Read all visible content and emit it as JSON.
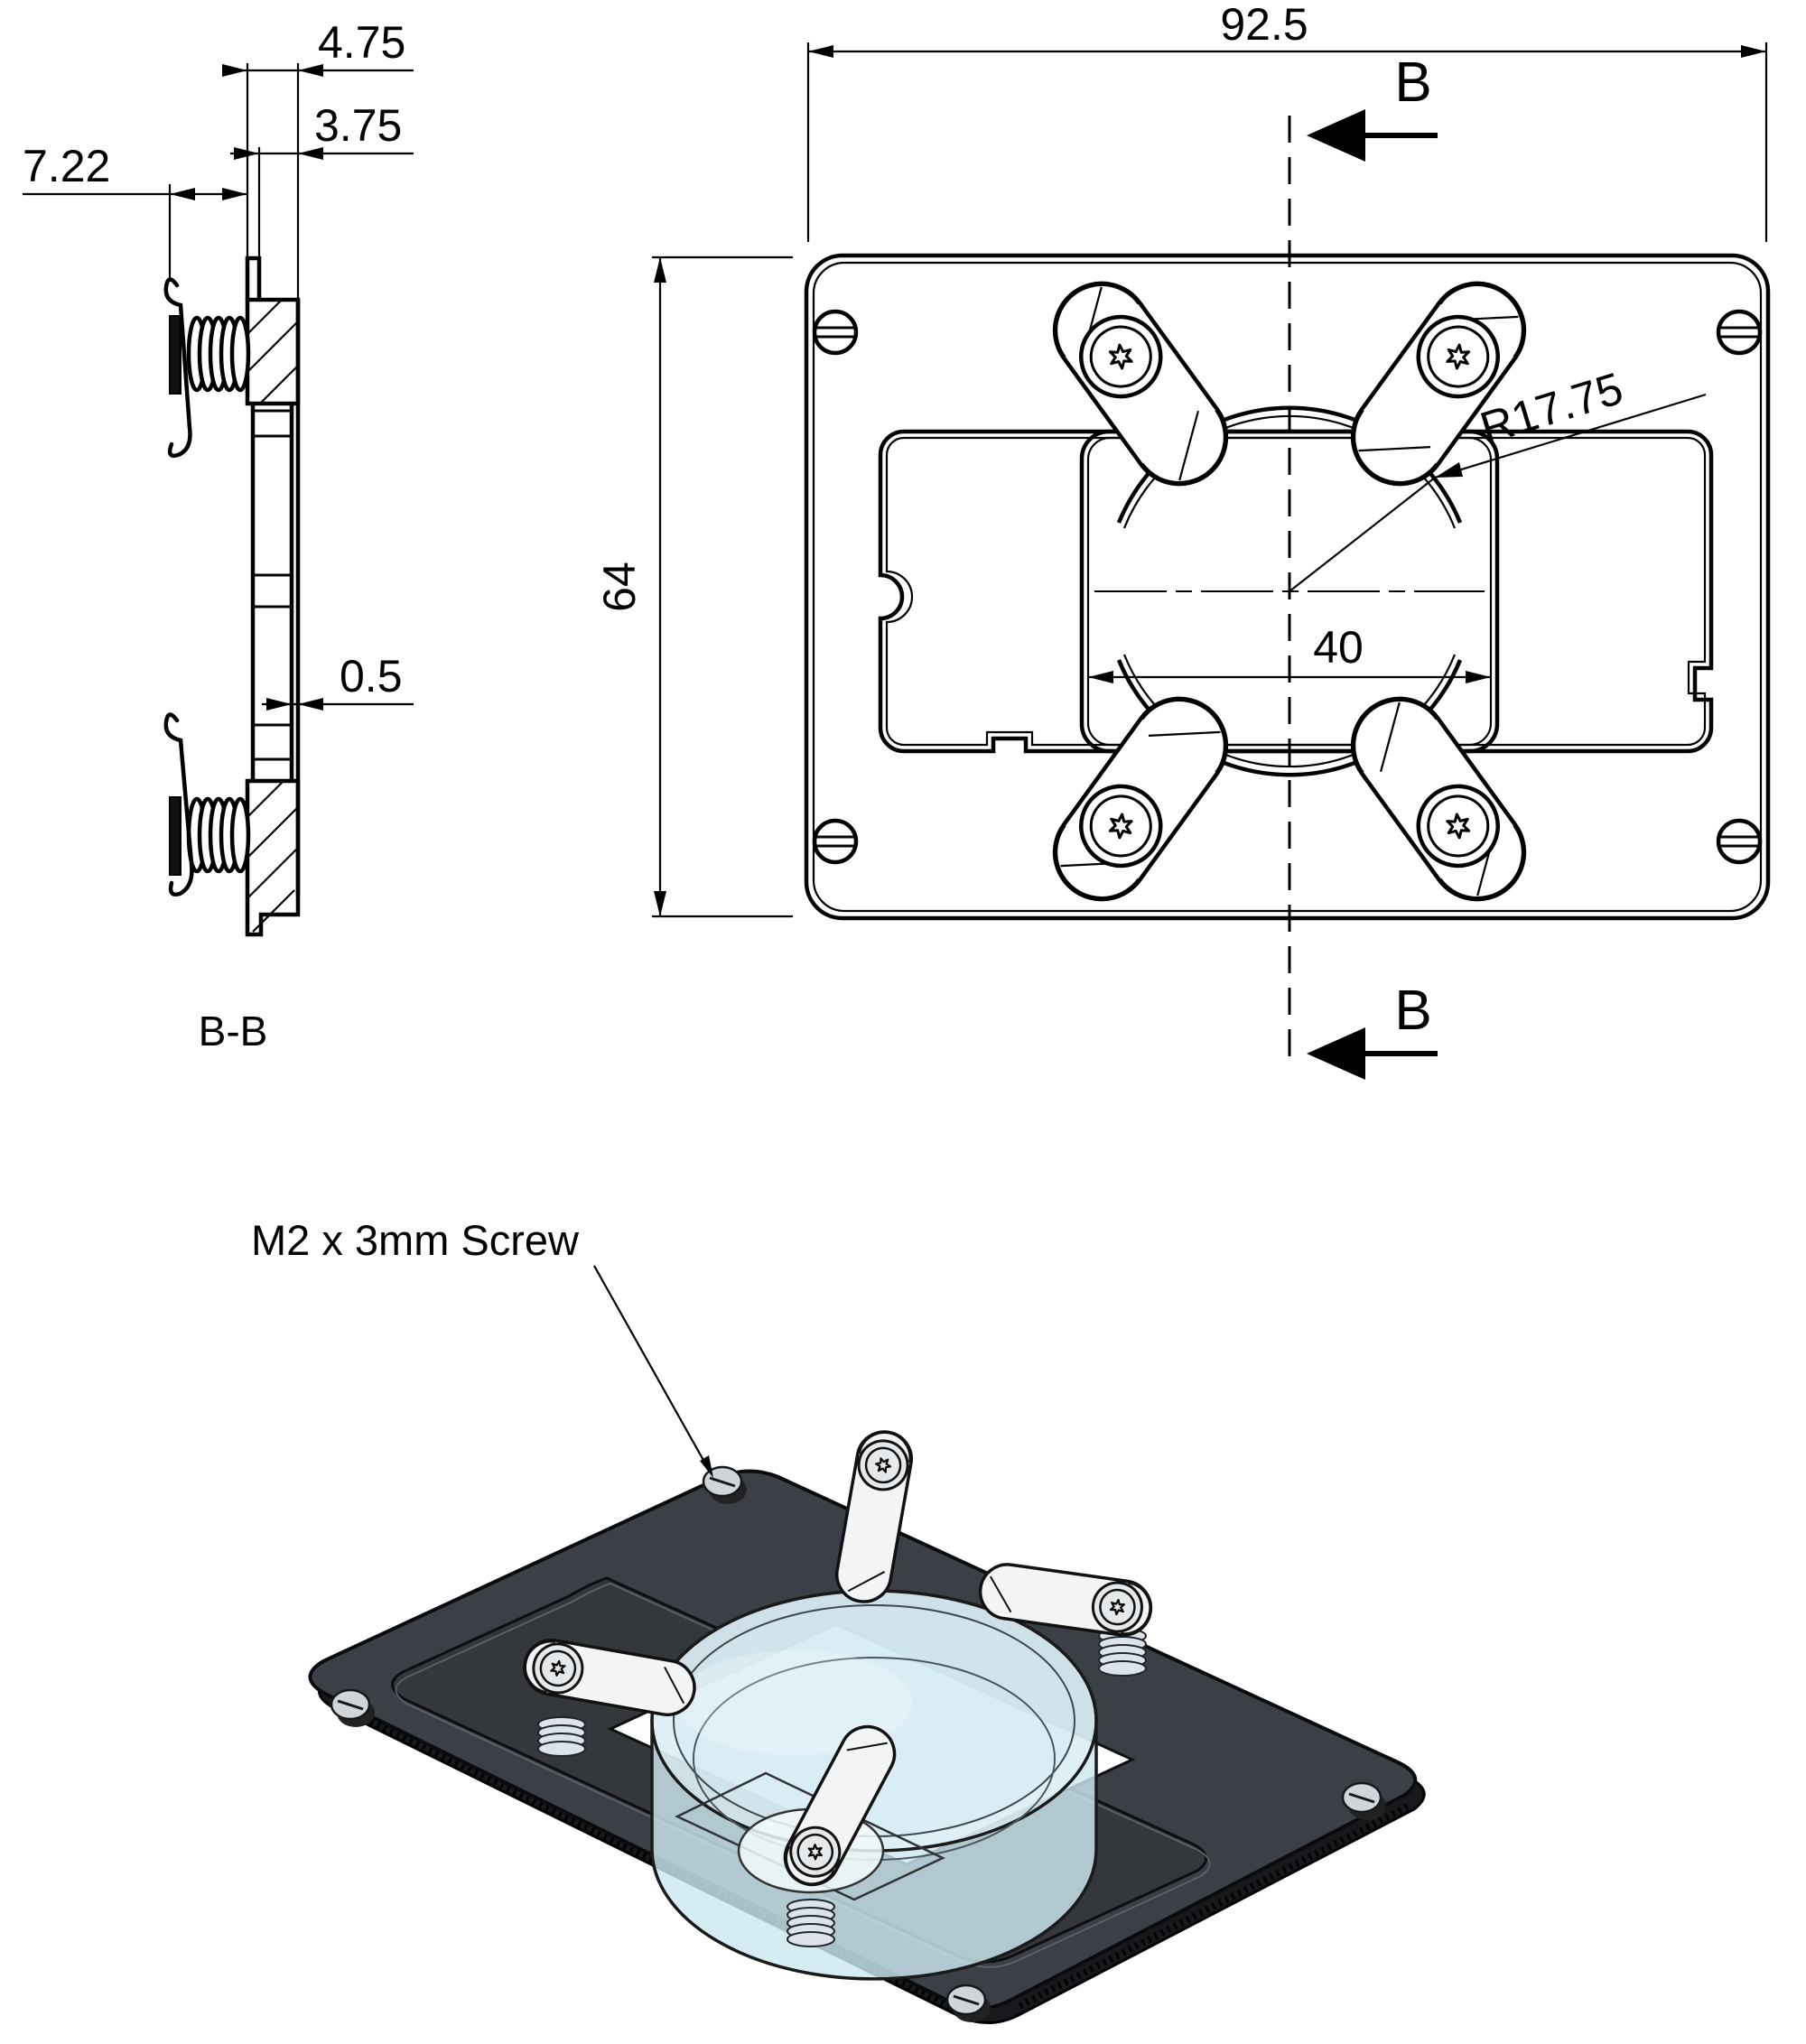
{
  "drawing": {
    "title": "petri-dish stage insert technical drawing",
    "section_view": {
      "label": "B-B",
      "dims": {
        "flange_depth": "4.75",
        "inner_depth": "3.75",
        "clip_reach": "7.22",
        "wall": "0.5"
      }
    },
    "top_view": {
      "dims": {
        "overall_width": "92.5",
        "overall_height": "64",
        "opening_width": "40",
        "dish_radius": "R17.75"
      },
      "section_marker": {
        "top": "B",
        "bottom": "B"
      }
    },
    "iso_view": {
      "screw_note": "M2 x 3mm Screw"
    },
    "colors": {
      "line": "#000000",
      "plate_dark": "#3b4046",
      "plate_side": "#17191c",
      "pocket_dark": "#34383c",
      "dish_fill": "#cde8f0",
      "dish_rim": "#e2f2f7",
      "metal": "#f2f4f5",
      "spring_metal": "#dde3ea",
      "background": "#ffffff"
    }
  }
}
